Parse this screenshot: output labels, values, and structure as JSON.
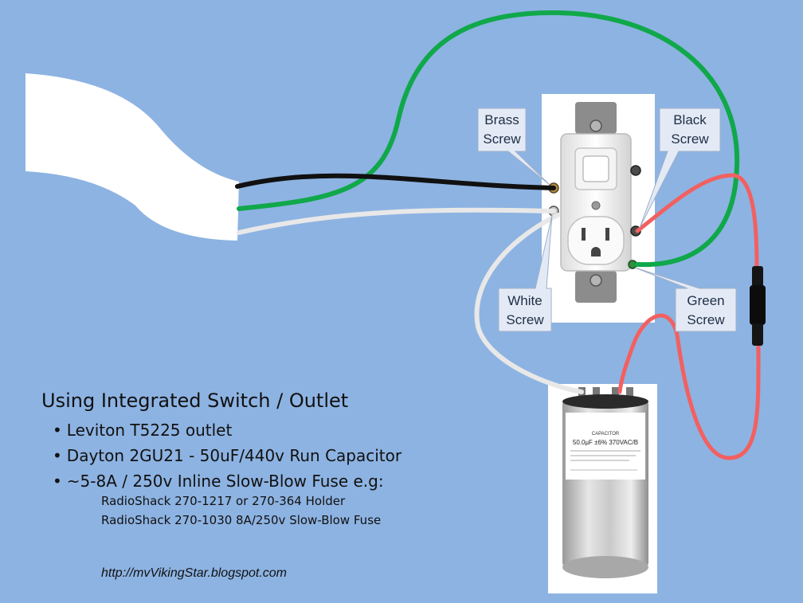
{
  "callouts": {
    "brass": [
      "Brass",
      "Screw"
    ],
    "black": [
      "Black",
      "Screw"
    ],
    "white": [
      "White",
      "Screw"
    ],
    "green": [
      "Green",
      "Screw"
    ]
  },
  "capacitor_label": {
    "line1": "CAPACITOR",
    "line2": "50.0µF ±6%  370VAC/B"
  },
  "notes": {
    "title": "Using Integrated Switch / Outlet",
    "bullets": [
      "Leviton T5225 outlet",
      "Dayton 2GU21 -  50uF/440v Run Capacitor",
      "~5-8A / 250v Inline Slow-Blow Fuse e.g:"
    ],
    "sub_items": [
      "RadioShack 270-1217 or 270-364 Holder",
      "RadioShack 270-1030  8A/250v Slow-Blow Fuse"
    ],
    "url": "http://mvVikingStar.blogspot.com"
  },
  "colors": {
    "background": "#8db3e2",
    "wire_black": "#111111",
    "wire_white": "#e8e8e8",
    "wire_green": "#10a84a",
    "wire_red": "#f26060",
    "callout_fill": "#e3eaf6"
  }
}
